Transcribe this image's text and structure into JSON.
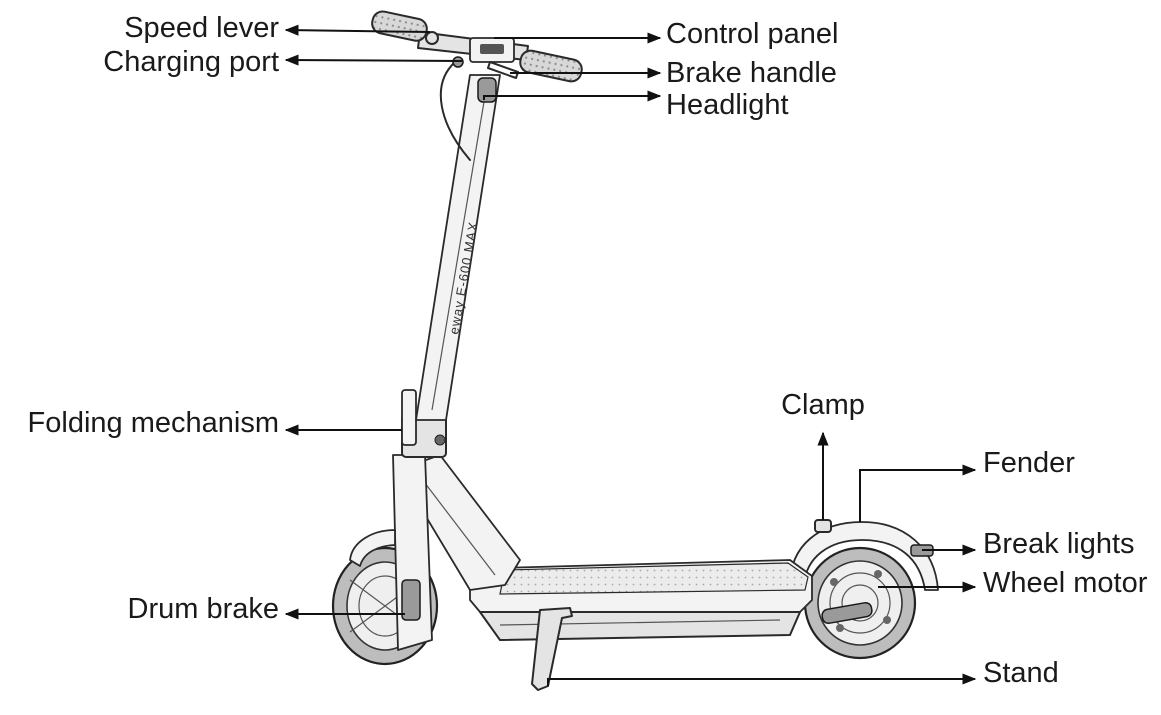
{
  "figure": {
    "subject_brand_text": "eway E-600 MAX",
    "colors": {
      "background": "#ffffff",
      "label_text": "#1a1a1a",
      "line": "#111111"
    }
  },
  "labels": {
    "speed_lever": "Speed lever",
    "charging_port": "Charging port",
    "control_panel": "Control panel",
    "brake_handle": "Brake handle",
    "headlight": "Headlight",
    "folding_mechanism": "Folding mechanism",
    "clamp": "Clamp",
    "fender": "Fender",
    "break_lights": "Break lights",
    "wheel_motor": "Wheel motor",
    "drum_brake": "Drum brake",
    "stand": "Stand"
  }
}
